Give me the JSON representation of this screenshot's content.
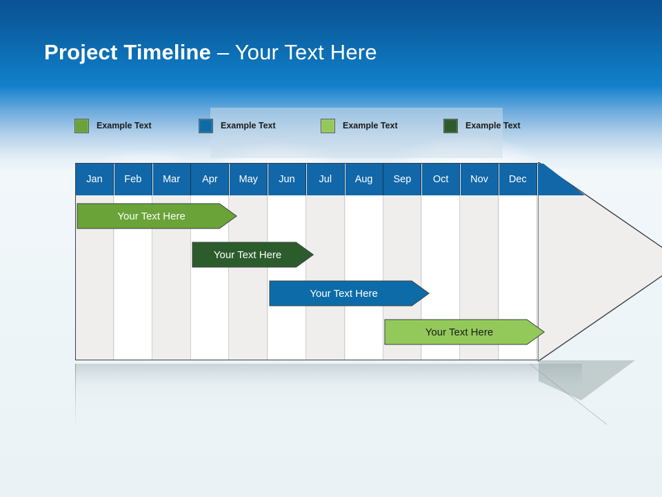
{
  "slide": {
    "title_bold": "Project Timeline",
    "title_rest": " – Your Text Here",
    "accent_blue": "#1167a8",
    "header_band_top": "#0a5394",
    "header_band_bottom": "#1782cb",
    "background": "#eef4f7"
  },
  "legend": {
    "items": [
      {
        "label": "Example Text",
        "color": "#6aa338"
      },
      {
        "label": "Example Text",
        "color": "#0d6ca8"
      },
      {
        "label": "Example Text",
        "color": "#93c95a"
      },
      {
        "label": "Example Text",
        "color": "#2c5c2c"
      }
    ]
  },
  "chart_data": {
    "type": "bar",
    "title": "Project Timeline – Your Text Here",
    "xlabel": "",
    "ylabel": "",
    "categories": [
      "Jan",
      "Feb",
      "Mar",
      "Apr",
      "May",
      "Jun",
      "Jul",
      "Aug",
      "Sep",
      "Oct",
      "Nov",
      "Dec"
    ],
    "legend_position": "top",
    "grid": true,
    "series": [
      {
        "name": "Example Text",
        "label": "Your  Text Here",
        "color": "#6aa338",
        "text_color": "#ffffff",
        "start_month": "Jan",
        "end_month": "Apr",
        "start_index": 0,
        "span": 4,
        "row": 0
      },
      {
        "name": "Example Text",
        "label": "Your  Text Here",
        "color": "#2c5c2c",
        "text_color": "#ffffff",
        "start_month": "Apr",
        "end_month": "Jun",
        "start_index": 3,
        "span": 3,
        "row": 1
      },
      {
        "name": "Example Text",
        "label": "Your  Text Here",
        "color": "#0d6ca8",
        "text_color": "#ffffff",
        "start_month": "Jun",
        "end_month": "Sep",
        "start_index": 5,
        "span": 4,
        "row": 2
      },
      {
        "name": "Example Text",
        "label": "Your  Text Here",
        "color": "#93c95a",
        "text_color": "#1b1b1b",
        "start_month": "Sep",
        "end_month": "Dec",
        "start_index": 8,
        "span": 4,
        "row": 3
      }
    ]
  },
  "bars": [
    {
      "label": "Your  Text Here"
    },
    {
      "label": "Your  Text Here"
    },
    {
      "label": "Your  Text Here"
    },
    {
      "label": "Your  Text Here"
    }
  ],
  "months": [
    "Jan",
    "Feb",
    "Mar",
    "Apr",
    "May",
    "Jun",
    "Jul",
    "Aug",
    "Sep",
    "Oct",
    "Nov",
    "Dec"
  ]
}
